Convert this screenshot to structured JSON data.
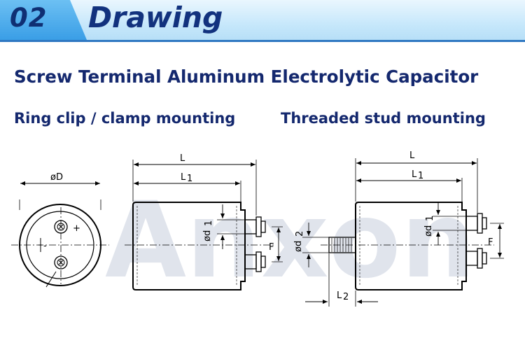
{
  "header": {
    "number": "02",
    "title": "Drawing"
  },
  "headline": "Screw Terminal Aluminum Electrolytic Capacitor",
  "sections": {
    "left": "Ring clip / clamp mounting",
    "right": "Threaded stud mounting"
  },
  "watermark": "Anxon",
  "labels": {
    "diameter_D": "øD",
    "length_L": "L",
    "length_L1": "L",
    "sub_1": "1",
    "terminal_diameter": "ød",
    "stud_diameter": "ød",
    "sub_2": "2",
    "pitch_F": "F",
    "stud_length": "L",
    "plus_sign": "+",
    "minus_sign": "-"
  },
  "colors": {
    "header_blue": "#b7dff7",
    "tab_blue": "#3a9ee6",
    "title_navy": "#12327e",
    "text_navy": "#14286e",
    "rule_blue": "#2f78c2",
    "watermark": "#c7cedd"
  }
}
